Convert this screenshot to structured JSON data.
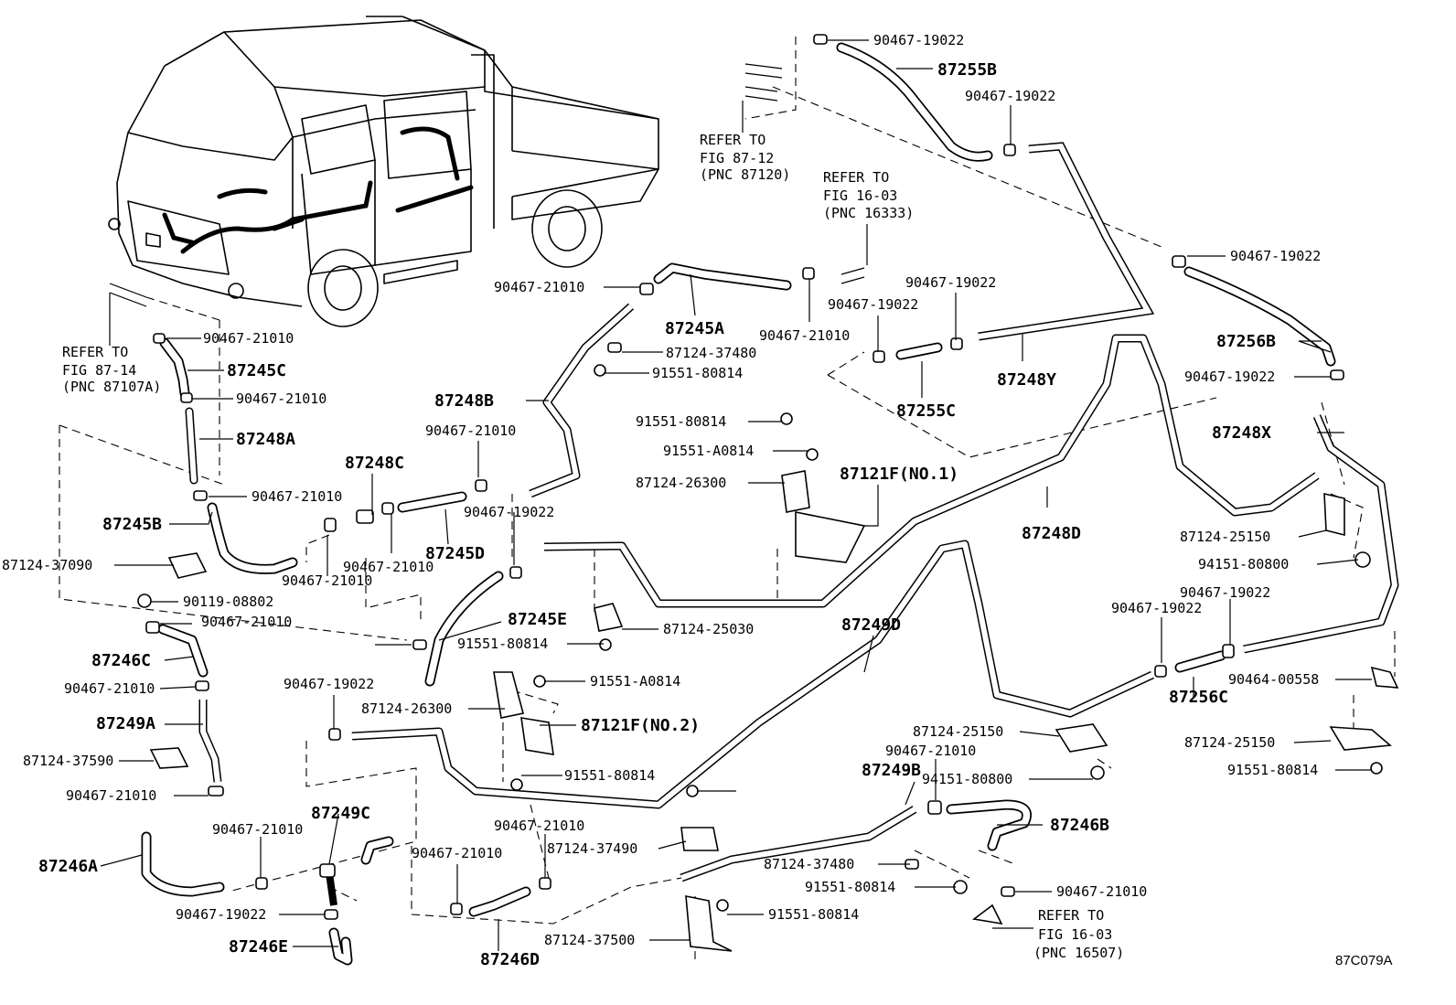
{
  "diagram": {
    "code": "87C079A",
    "references": [
      {
        "lines": [
          "REFER TO",
          "FIG 87-12",
          "(PNC 87120)"
        ]
      },
      {
        "lines": [
          "REFER TO",
          "FIG 16-03",
          "(PNC 16333)"
        ]
      },
      {
        "lines": [
          "REFER TO",
          "FIG 87-14",
          "(PNC 87107A)"
        ]
      },
      {
        "lines": [
          "REFER TO",
          "FIG 16-03",
          "(PNC 16507)"
        ]
      }
    ],
    "labels": [
      "90467-19022",
      "87255B",
      "90467-19022",
      "90467-19022",
      "87256B",
      "90467-19022",
      "87248X",
      "90467-21010",
      "87245A",
      "90467-21010",
      "90467-19022",
      "90467-19022",
      "87248Y",
      "87255C",
      "87124-37480",
      "91551-80814",
      "90467-21010",
      "87245C",
      "90467-21010",
      "87248A",
      "87248B",
      "91551-80814",
      "91551-A0814",
      "87124-26300",
      "87121F(NO.1)",
      "90467-21010",
      "87248C",
      "90467-19022",
      "90467-21010",
      "87245B",
      "87124-37090",
      "90467-21010",
      "87245D",
      "87248D",
      "87124-25150",
      "94151-80800",
      "90119-08802",
      "90467-21010",
      "87245E",
      "87124-25030",
      "87249D",
      "90467-19022",
      "90467-19022",
      "87246C",
      "91551-80814",
      "90467-21010",
      "91551-A0814",
      "87256C",
      "90464-00558",
      "87249A",
      "87124-26300",
      "87121F(NO.2)",
      "87124-37590",
      "90467-19022",
      "87124-25150",
      "87124-25150",
      "90467-21010",
      "91551-80814",
      "91551-80814",
      "87249B",
      "94151-80800",
      "90467-21010",
      "87249C",
      "87246B",
      "90467-21010",
      "87124-37490",
      "90467-21010",
      "87246A",
      "90467-21010",
      "87124-37480",
      "91551-80814",
      "90467-21010",
      "90467-19022",
      "91551-80814",
      "87246E",
      "87124-37500",
      "87246D"
    ]
  }
}
